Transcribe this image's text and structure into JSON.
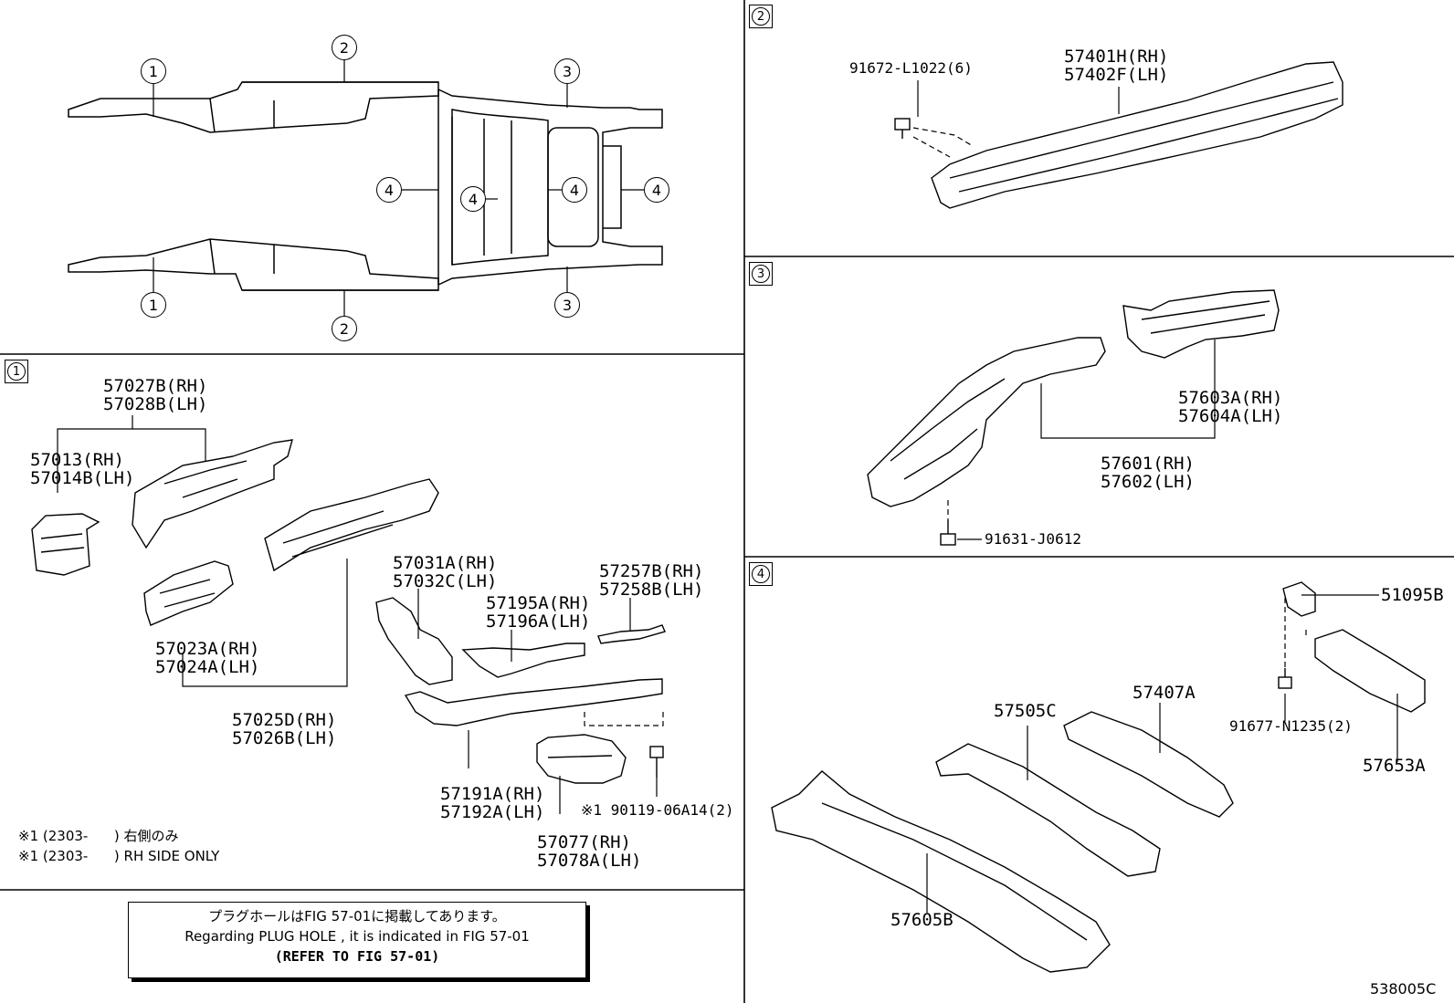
{
  "overview": {
    "callouts": [
      "1",
      "2",
      "3",
      "4"
    ]
  },
  "sections": {
    "s1": {
      "badge": "1",
      "labels": {
        "p57027": "57027B(RH)\n57028B(LH)",
        "p57013": "57013(RH)\n57014B(LH)",
        "p57023": "57023A(RH)\n57024A(LH)",
        "p57025": "57025D(RH)\n57026B(LH)",
        "p57031": "57031A(RH)\n57032C(LH)",
        "p57195": "57195A(RH)\n57196A(LH)",
        "p57257": "57257B(RH)\n57258B(LH)",
        "p57191": "57191A(RH)\n57192A(LH)",
        "p57077": "57077(RH)\n57078A(LH)",
        "p90119": "※1 90119-06A14(2)"
      },
      "notes": {
        "jp": "※1 (2303-      ) 右側のみ",
        "en": "※1 (2303-      ) RH SIDE ONLY"
      }
    },
    "s2": {
      "badge": "2",
      "labels": {
        "p91672": "91672-L1022(6)",
        "p57401": "57401H(RH)\n57402F(LH)"
      }
    },
    "s3": {
      "badge": "3",
      "labels": {
        "p57603": "57603A(RH)\n57604A(LH)",
        "p57601": "57601(RH)\n57602(LH)",
        "p91631": "91631-J0612"
      }
    },
    "s4": {
      "badge": "4",
      "labels": {
        "p51095": "51095B",
        "p91677": "91677-N1235(2)",
        "p57653": "57653A",
        "p57505": "57505C",
        "p57407": "57407A",
        "p57605": "57605B"
      }
    }
  },
  "plug_note": {
    "line1": "プラグホールはFIG 57-01に掲載してあります。",
    "line2": "Regarding PLUG HOLE , it is indicated in FIG 57-01",
    "line3": "(REFER TO FIG 57-01)"
  },
  "figure_code": "538005C"
}
